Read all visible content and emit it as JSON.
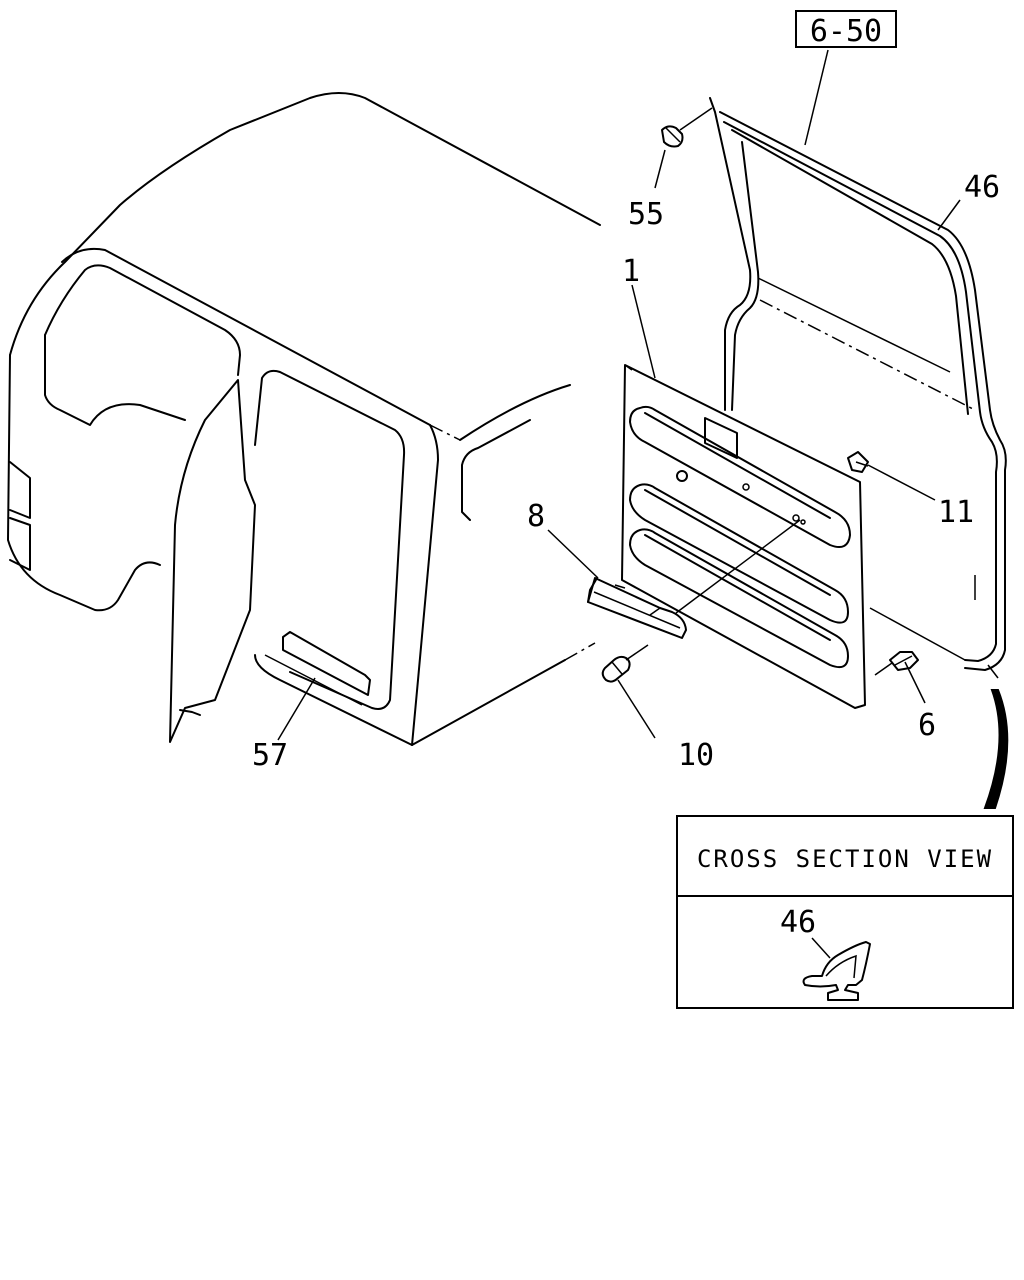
{
  "callouts": {
    "ref": "6-50",
    "seal": "46",
    "clip_top": "55",
    "panel": "1",
    "clip_right": "11",
    "handle": "8",
    "screw": "10",
    "grommet": "6",
    "step": "57"
  },
  "cross_section": {
    "title": "CROSS SECTION VIEW",
    "part": "46"
  }
}
